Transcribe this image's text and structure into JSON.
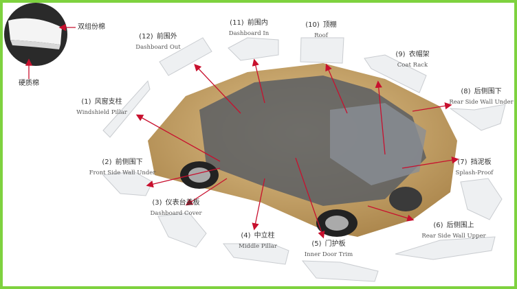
{
  "legend": {
    "two_component": "双组份棉",
    "hard": "硬质棉"
  },
  "parts": [
    {
      "num": "(1)",
      "cn": "风窗支柱",
      "en": "Windshield Pillar"
    },
    {
      "num": "(2)",
      "cn": "前侧围下",
      "en": "Front Side Wall Under"
    },
    {
      "num": "(3)",
      "cn": "仪表台盖板",
      "en": "Dashboard Cover"
    },
    {
      "num": "(4)",
      "cn": "中立柱",
      "en": "Middle Pillar"
    },
    {
      "num": "(5)",
      "cn": "门护板",
      "en": "Inner Door Trim"
    },
    {
      "num": "(6)",
      "cn": "后侧围上",
      "en": "Rear Side Wall Upper"
    },
    {
      "num": "(7)",
      "cn": "挡泥板",
      "en": "Splash-Proof"
    },
    {
      "num": "(8)",
      "cn": "后侧围下",
      "en": "Rear Side Wall Under"
    },
    {
      "num": "(9)",
      "cn": "衣帽架",
      "en": "Coat Rack"
    },
    {
      "num": "(10)",
      "cn": "顶棚",
      "en": "Roof"
    },
    {
      "num": "(11)",
      "cn": "前围内",
      "en": "Dashboard In"
    },
    {
      "num": "(12)",
      "cn": "前围外",
      "en": "Dashboard Out"
    }
  ],
  "colors": {
    "border": "#7ed23f",
    "arrow": "#c8102e",
    "car_body": "#c9a46a"
  }
}
